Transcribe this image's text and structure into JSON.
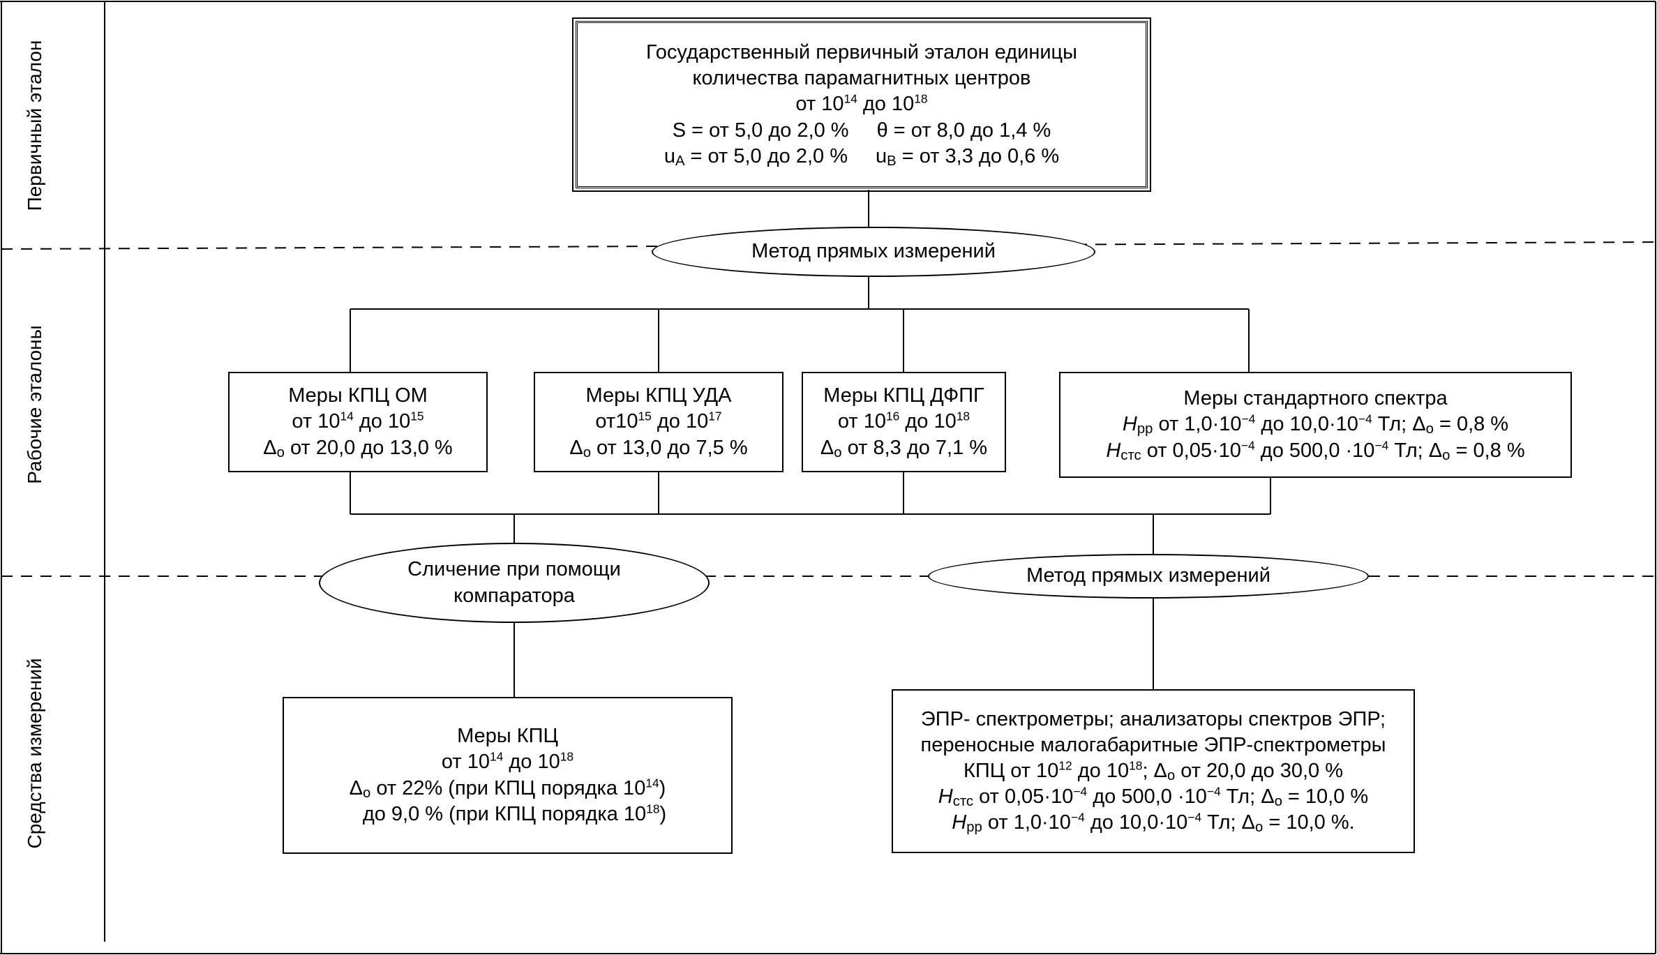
{
  "bands": {
    "primary": "Первичный эталон",
    "working": "Рабочие эталоны",
    "instruments": "Средства измерений"
  },
  "primary_box": {
    "line1": "Государственный первичный эталон единицы",
    "line2": "количества парамагнитных центров",
    "range_from": "от 10",
    "range_from_exp": "14",
    "range_to": " до 10",
    "range_to_exp": "18",
    "s_text": "S = от 5,0 до 2,0 %",
    "theta_text": "θ = от 8,0 до 1,4 %",
    "ua_label": "u",
    "ua_sub": "A",
    "ua_text": " = от 5,0 до 2,0 %",
    "ub_label": "u",
    "ub_sub": "B",
    "ub_text": " = от 3,3 до 0,6 %"
  },
  "method_top": "Метод прямых измерений",
  "working_boxes": {
    "om": {
      "title": "Меры КПЦ ОМ",
      "r1": "от 10",
      "r1e": "14",
      "r2": " до 10",
      "r2e": "15",
      "d": "Δ",
      "ds": "o",
      "dt": "  от 20,0 до 13,0 %"
    },
    "uda": {
      "title": "Меры КПЦ УДА",
      "r1": "от10",
      "r1e": "15",
      "r2": " до 10",
      "r2e": "17",
      "d": "Δ",
      "ds": "o",
      "dt": " от 13,0 до 7,5 %"
    },
    "dfpg": {
      "title": "Меры КПЦ ДФПГ",
      "r1": "от 10",
      "r1e": "16",
      "r2": " до 10",
      "r2e": "18",
      "d": "Δ",
      "ds": "o",
      "dt": " от 8,3 до 7,1 %"
    },
    "spectrum": {
      "title": "Меры стандартного спектра",
      "h1": "H",
      "h1s": "pp",
      "h1t": "  от 1,0·10",
      "h1e": "−4",
      "h1t2": "  до 10,0·10",
      "h1e2": "−4",
      "h1t3": " Тл; Δ",
      "h1ds": "o",
      "h1t4": " = 0,8 %",
      "h2": "H",
      "h2s": "стс",
      "h2t": " от 0,05·10",
      "h2e": "−4",
      "h2t2": " до 500,0  ·10",
      "h2e2": "−4",
      "h2t3": " Тл; Δ",
      "h2ds": "o",
      "h2t4": " = 0,8 %"
    }
  },
  "compare_method_l1": "Сличение при помощи",
  "compare_method_l2": "компаратора",
  "method_bottom": "Метод прямых измерений",
  "kpc_box": {
    "title": "Меры КПЦ",
    "r1": "от 10",
    "r1e": "14",
    "r2": "  до 10",
    "r2e": "18",
    "d": "Δ",
    "ds": "o",
    "l3": " от 22% (при КПЦ порядка 10",
    "l3e": "14",
    "l3end": ")",
    "l4": "до 9,0 % (при КПЦ порядка 10",
    "l4e": "18",
    "l4end": ")"
  },
  "epr_box": {
    "l1": "ЭПР- спектрометры; анализаторы спектров ЭПР;",
    "l2": "переносные малогабаритные ЭПР-спектрометры",
    "l3a": "КПЦ  от 10",
    "l3e1": "12",
    "l3b": "  до 10",
    "l3e2": "18",
    "l3c": ";  Δ",
    "l3ds": "o",
    "l3d": " от 20,0 до 30,0 %",
    "h1": "H",
    "h1s": "стс",
    "h1t": " от 0,05·10",
    "h1e": "−4",
    "h1t2": " до 500,0  ·10",
    "h1e2": "−4",
    "h1t3": " Тл;  Δ",
    "h1ds": "o",
    "h1t4": " = 10,0 %",
    "h2": "H",
    "h2s": "pp",
    "h2t": "  от 1,0·10",
    "h2e": "−4",
    "h2t2": "  до 10,0·10",
    "h2e2": "−4",
    "h2t3": " Тл; Δ",
    "h2ds": "o",
    "h2t4": " = 10,0 %."
  }
}
